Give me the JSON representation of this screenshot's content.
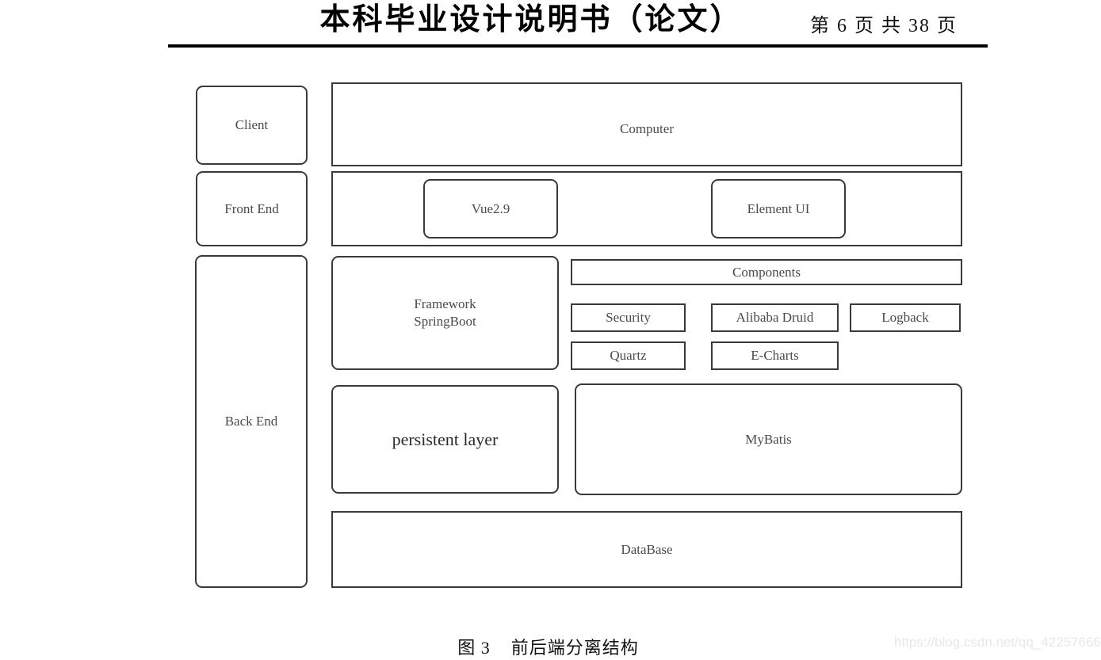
{
  "header": {
    "title": "本科毕业设计说明书（论文）",
    "page_indicator": "第 6 页  共 38 页"
  },
  "diagram": {
    "tiers": [
      {
        "key": "client",
        "label": "Client"
      },
      {
        "key": "front_end",
        "label": "Front End"
      },
      {
        "key": "back_end",
        "label": "Back End"
      }
    ],
    "nodes": {
      "computer": "Computer",
      "frontend_container": "",
      "vue": "Vue2.9",
      "element_ui": "Element UI",
      "framework": "Framework\nSpringBoot",
      "components": "Components",
      "security": "Security",
      "alibaba_druid": "Alibaba Druid",
      "logback": "Logback",
      "quartz": "Quartz",
      "echarts": "E-Charts",
      "persistent_layer": "persistent layer",
      "mybatis": "MyBatis",
      "database": "DataBase"
    },
    "colors": {
      "border": "#3a3a3a",
      "text": "#4a4a4a",
      "background": "#ffffff"
    }
  },
  "caption": "图 3    前后端分离结构",
  "watermark": "https://blog.csdn.net/qq_42257666"
}
